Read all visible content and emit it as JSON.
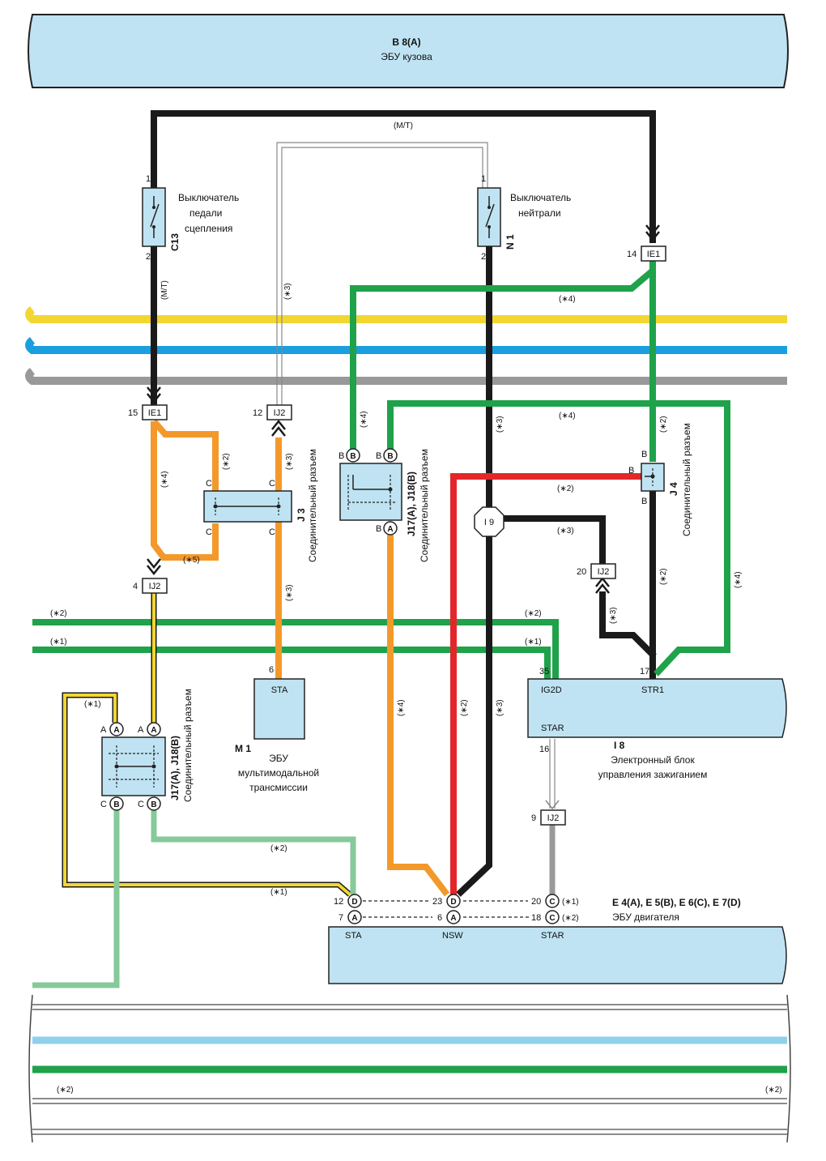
{
  "colors": {
    "ecu_fill": "#bfe3f2",
    "wire_black": "#1a1a1a",
    "wire_green": "#1fa24a",
    "wire_light_green": "#86c99a",
    "wire_orange": "#f3992b",
    "wire_red": "#e3262b",
    "wire_yellow": "#f2d632",
    "wire_blue": "#1b9fde",
    "wire_light_blue": "#8fd0ec",
    "wire_gray": "#999999"
  },
  "ecu_body": {
    "code": "B 8(A)",
    "name": "ЭБУ кузова"
  },
  "clutch_switch": {
    "code": "C13",
    "label_l1": "Выключатель",
    "label_l2": "педали",
    "label_l3": "сцепления",
    "pin_top": "1",
    "pin_bottom": "2"
  },
  "neutral_switch": {
    "code": "N 1",
    "label_l1": "Выключатель",
    "label_l2": "нейтрали",
    "pin_top": "1",
    "pin_bottom": "2"
  },
  "notes": {
    "mt_top": "(M/T)",
    "mt_side": "(M/T)",
    "n1": "(∗1)",
    "n2": "(∗2)",
    "n3": "(∗3)",
    "n4": "(∗4)",
    "n5": "(∗5)"
  },
  "connectors": {
    "ie1": "IE1",
    "ij2": "IJ2",
    "i9": "I 9",
    "pin14": "14",
    "pin15": "15",
    "pin12": "12",
    "pin4": "4",
    "pin20": "20",
    "pin9": "9",
    "pin6": "6",
    "pin35": "35",
    "pin17": "17",
    "pin16": "16"
  },
  "joint": {
    "label": "Соединительный разъем",
    "j3": "J 3",
    "j4": "J 4",
    "j17_18": "J17(A), J18(B)",
    "a": "A",
    "b": "B",
    "c": "C",
    "d": "D"
  },
  "ecu_trans": {
    "code": "M 1",
    "pin": "STA",
    "name_l1": "ЭБУ",
    "name_l2": "мультимодальной",
    "name_l3": "трансмиссии"
  },
  "ecu_ignition": {
    "code": "I 8",
    "name_l1": "Электронный блок",
    "name_l2": "управления зажиганием",
    "pin_ig2d": "IG2D",
    "pin_str1": "STR1",
    "pin_star": "STAR"
  },
  "ecu_engine": {
    "code": "E 4(A), E 5(B), E 6(C), E 7(D)",
    "name": "ЭБУ двигателя",
    "pin_sta": "STA",
    "pin_nsw": "NSW",
    "pin_star": "STAR",
    "p12": "12",
    "p7": "7",
    "p23": "23",
    "p6": "6",
    "p20": "20",
    "p18": "18"
  }
}
